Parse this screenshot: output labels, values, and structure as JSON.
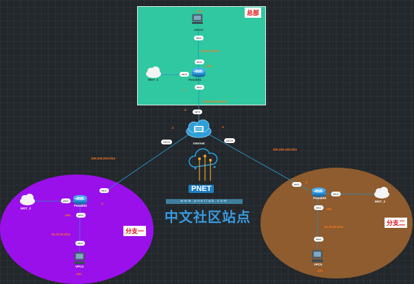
{
  "zones": {
    "hq": "总部",
    "branch1": "分支一",
    "branch2": "分支二"
  },
  "nodes": {
    "server": "server",
    "panabit1": "Panabit1",
    "mgt1": "MGT_1",
    "internet": "Internet",
    "panabit2": "Panabit2",
    "mgt2": "MGT_2",
    "vpc4": "VPC4",
    "panabit3": "Panabit3",
    "mgt2b": "MGT_2",
    "vpc5": "VPC5",
    "router_text": "Panabit"
  },
  "ports": {
    "server_eth0": "eth0",
    "p1_eth2": "eth2",
    "p1_eth3": "eth3",
    "p1_eth1": "eth1",
    "inet_top": "NFS",
    "inet_left": "GE10",
    "inet_right": "GE20",
    "p2_eth1": "eth1",
    "p2_eth0": "eth0",
    "p2_eth2": "eth2",
    "vpc4_eth0": "eth0",
    "p3_eth1": "eth1",
    "p3_eth4": "eth4",
    "p3_eth2": "eth2",
    "vpc5_eth0": "eth0"
  },
  "host_tags": {
    "server": ".100",
    "p1_up": ".254",
    "p1_down": ".1",
    "inet_top": ".2",
    "inet_left": ".1",
    "inet_right": ".1",
    "p2_wan": ".2",
    "p2_lan": ".254",
    "vpc4": ".100",
    "p3_wan": ".2",
    "p3_lan": ".254",
    "vpc5": ".100"
  },
  "subnets": {
    "hq_lan": "10.10.10.0/24",
    "hq_wan": "100.100.100.0/24",
    "b1_wan": "200.200.200.0/24",
    "b2_wan": "100.200.100.0/24",
    "b1_lan": "20.20.20.0/24",
    "b2_lan": "30.30.30.0/24"
  },
  "logo": {
    "badge": "PNET",
    "sub": "www.pnetlab.com",
    "title": "中文社区站点"
  },
  "colors": {
    "hq_zone": "#2fc8a0",
    "branch1_zone": "#9a10ea",
    "branch2_zone": "#8e5c2e",
    "link": "#2a8fc4",
    "ip_tag": "#ff7722"
  }
}
